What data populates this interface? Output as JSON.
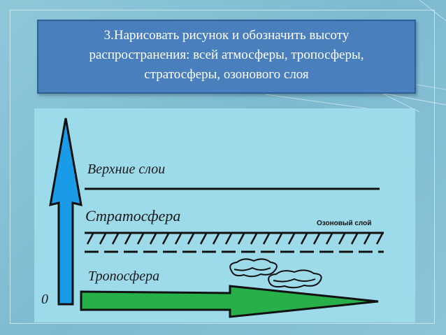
{
  "title": {
    "line1": "3.Нарисовать рисунок и обозначить высоту",
    "line2": "распространения: всей атмосферы, тропосферы,",
    "line3": "стратосферы, озонового слоя"
  },
  "diagram": {
    "upper_layers": "Верхние слои",
    "stratosphere": "Стратосфера",
    "ozone_layer": "Озоновый слой",
    "troposphere": "Тропосфера",
    "origin": "0",
    "colors": {
      "vertical_arrow": "#1a9be8",
      "horizontal_arrow": "#27b04a",
      "lines": "#111111",
      "title_fill": "#4a7fbd",
      "panel_fill": "#9ddbeb"
    }
  }
}
